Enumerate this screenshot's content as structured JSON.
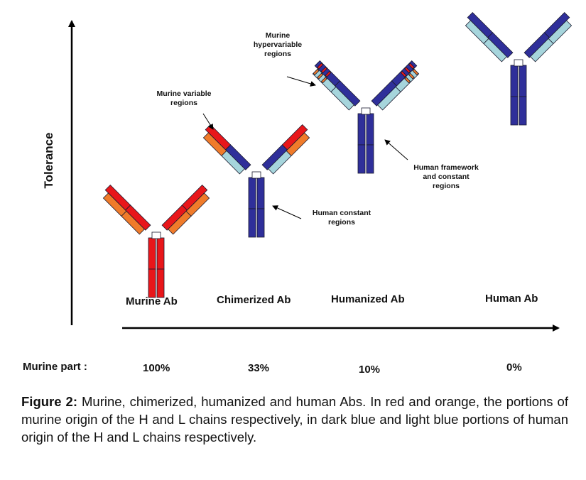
{
  "axis": {
    "y_label": "Tolerance"
  },
  "antibodies": [
    {
      "name": "Murine Ab",
      "murine_part": "100%",
      "heavy_scheme": "murine",
      "light_scheme": "murine"
    },
    {
      "name": "Chimerized Ab",
      "murine_part": "33%",
      "heavy_scheme": "chimeric",
      "light_scheme": "chimeric"
    },
    {
      "name": "Humanized Ab",
      "murine_part": "10%",
      "heavy_scheme": "humanized",
      "light_scheme": "humanized"
    },
    {
      "name": "Human Ab",
      "murine_part": "0%",
      "heavy_scheme": "human",
      "light_scheme": "human"
    }
  ],
  "row_label": "Murine part :",
  "annotations": {
    "murine_variable": "Murine variable\nregions",
    "human_constant": "Human constant\nregions",
    "murine_hypervariable": "Murine\nhypervariable\nregions",
    "human_framework": "Human framework\nand constant\nregions"
  },
  "colors": {
    "murine_heavy": "#e8161a",
    "murine_light": "#f07b2a",
    "human_heavy": "#2f2f9a",
    "human_light": "#a6d5dc",
    "outline": "#1a1a2e"
  },
  "caption": {
    "label": "Figure 2:",
    "text": " Murine, chimerized, humanized and human Abs. In red and orange, the portions of murine origin of the H and L chains respectively, in dark blue and light blue portions of human origin of the H and L chains respectively."
  }
}
